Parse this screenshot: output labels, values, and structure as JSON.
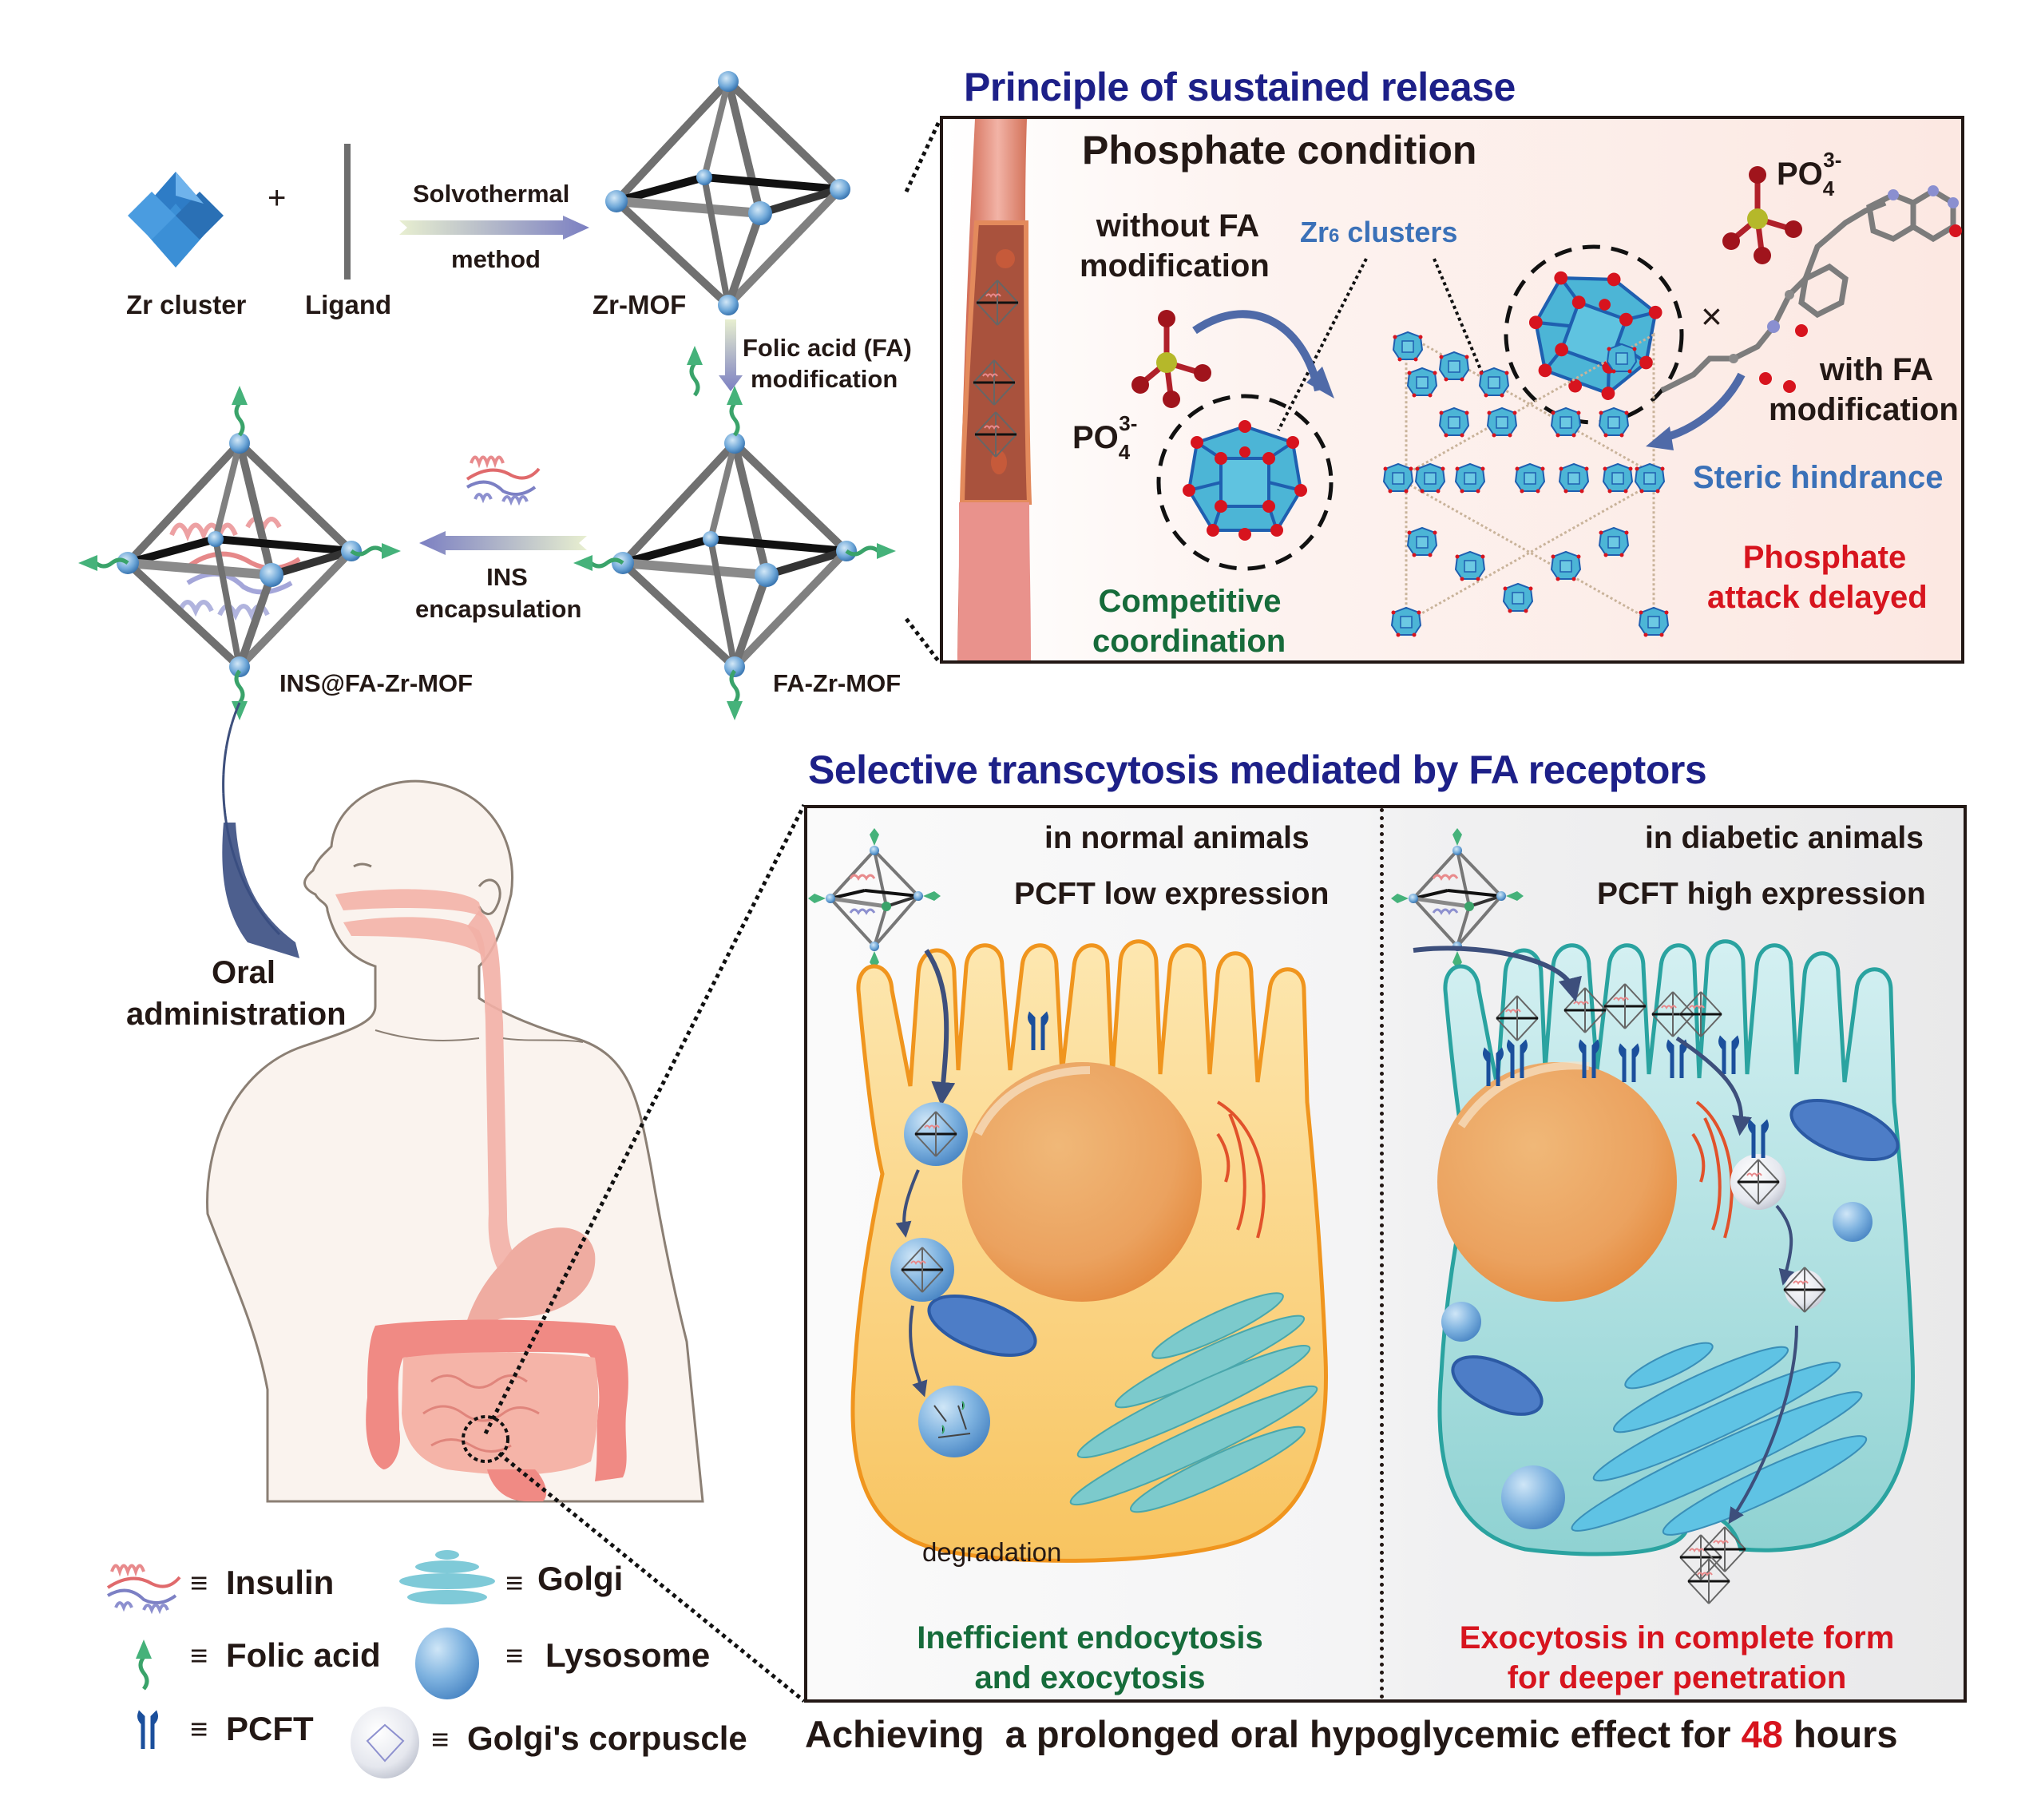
{
  "synthesis": {
    "zr_cluster_label": "Zr cluster",
    "plus_sign": "+",
    "ligand_label": "Ligand",
    "arrow1_top": "Solvothermal",
    "arrow1_bottom": "method",
    "zr_mof_label": "Zr-MOF",
    "fa_mod_line1": "Folic acid (FA)",
    "fa_mod_line2": "modification",
    "fa_zr_mof_label": "FA-Zr-MOF",
    "ins_line1": "INS",
    "ins_line2": "encapsulation",
    "ins_fa_zr_mof_label": "INS@FA-Zr-MOF"
  },
  "body_panel": {
    "oral_line1": "Oral",
    "oral_line2": "administration"
  },
  "legend": {
    "equiv_symbol": "≡",
    "items": [
      {
        "icon": "insulin-icon",
        "label": "Insulin"
      },
      {
        "icon": "golgi-icon",
        "label": "Golgi"
      },
      {
        "icon": "folic-acid-icon",
        "label": "Folic acid"
      },
      {
        "icon": "lysosome-icon",
        "label": "Lysosome"
      },
      {
        "icon": "pcft-icon",
        "label": "PCFT"
      },
      {
        "icon": "golgis-corpuscle-icon",
        "label": "Golgi's corpuscle"
      }
    ]
  },
  "sustained_release": {
    "title": "Principle of sustained release",
    "condition": "Phosphate condition",
    "without_fa_line1": "without FA",
    "without_fa_line2": "modification",
    "zr6_prefix": "Zr",
    "zr6_sub": "6",
    "zr6_suffix": " clusters",
    "po4_main": "PO",
    "po4_sub": "4",
    "po4_sup": "3-",
    "cross_mark": "×",
    "with_fa_line1": "with FA",
    "with_fa_line2": "modification",
    "steric": "Steric hindrance",
    "phosphate_line1": "Phosphate",
    "phosphate_line2": "attack delayed",
    "competitive_line1": "Competitive",
    "competitive_line2": "coordination"
  },
  "transcytosis": {
    "title": "Selective transcytosis mediated by FA receptors",
    "normal": {
      "header1": "in normal animals",
      "header2": "PCFT low expression",
      "degradation": "degradation",
      "result_line1": "Inefficient endocytosis",
      "result_line2": "and exocytosis"
    },
    "diabetic": {
      "header1": "in diabetic animals",
      "header2": "PCFT high expression",
      "result_line1": "Exocytosis in complete form",
      "result_line2": "for deeper penetration"
    }
  },
  "conclusion": {
    "prefix": "Achieving  a prolonged oral hypoglycemic effect for ",
    "highlight": "48",
    "suffix": " hours"
  },
  "colors": {
    "title_blue": "#1d2088",
    "green_text": "#166b3a",
    "red_text": "#d7141e",
    "steric_blue": "#3b71b8"
  }
}
